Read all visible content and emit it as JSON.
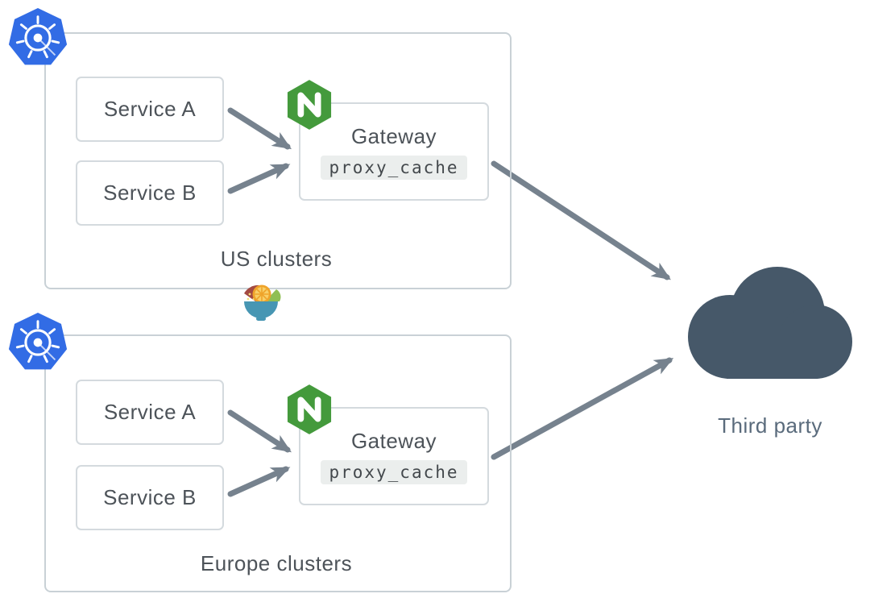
{
  "clusters": [
    {
      "label": "US clusters",
      "platform_icon": "kubernetes-icon",
      "services": [
        {
          "label": "Service A"
        },
        {
          "label": "Service B"
        }
      ],
      "gateway": {
        "platform_icon": "nginx-icon",
        "title": "Gateway",
        "directive": "proxy_cache"
      }
    },
    {
      "label": "Europe clusters",
      "platform_icon": "kubernetes-icon",
      "services": [
        {
          "label": "Service A"
        },
        {
          "label": "Service B"
        }
      ],
      "gateway": {
        "platform_icon": "nginx-icon",
        "title": "Gateway",
        "directive": "proxy_cache"
      }
    }
  ],
  "destination": {
    "icon": "cloud-icon",
    "label": "Third party"
  },
  "decoration": {
    "icon": "fruit-bowl-icon"
  },
  "colors": {
    "kubernetes_blue": "#326ce5",
    "nginx_green": "#449a3c",
    "arrow_gray": "#76828e",
    "cloud_slate": "#465869",
    "text_dark": "#4d5359",
    "text_slate": "#5a6b7c",
    "border_light": "#c9d1d6",
    "chip_background": "#ebeeed"
  }
}
